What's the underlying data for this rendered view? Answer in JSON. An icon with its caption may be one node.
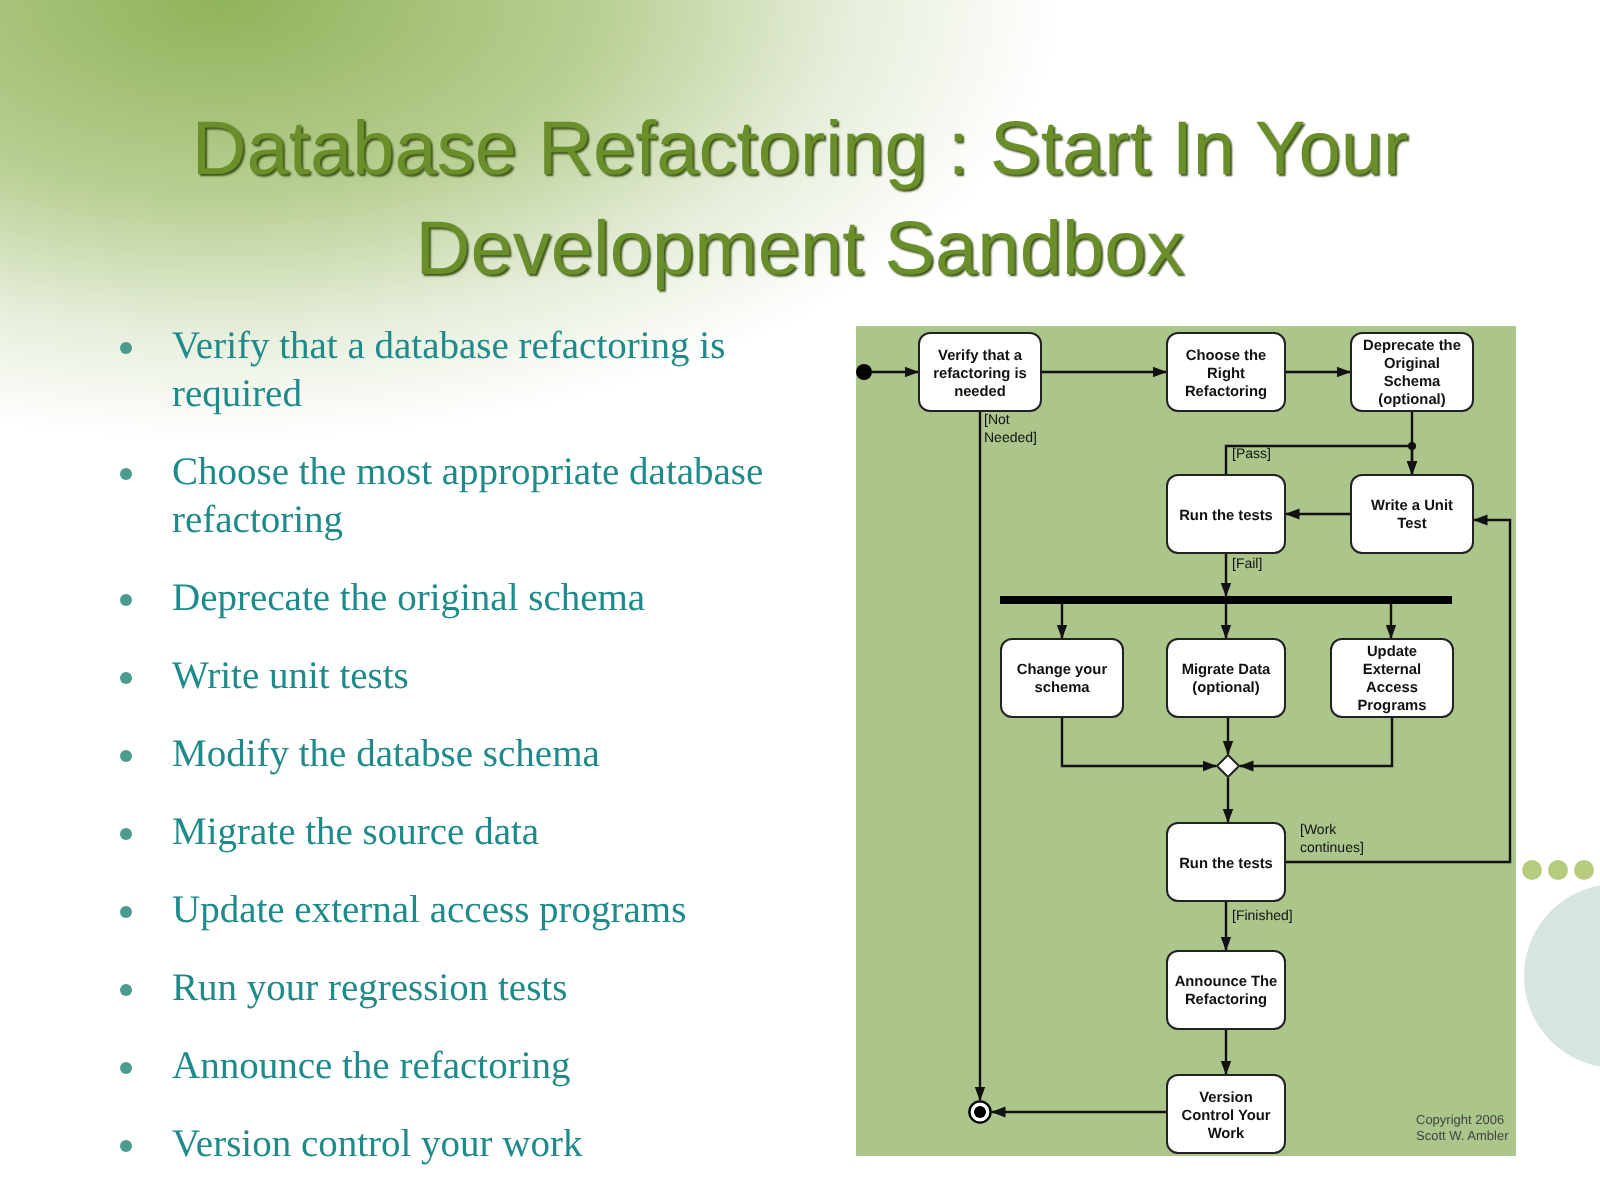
{
  "diagram": {
    "title": "Database Refactoring : Start  In Your Development Sandbox",
    "nodes": [
      {
        "text": [],
        "shape": "circle"
      },
      {
        "text": [
          "Verify that a refactoring is needed"
        ]
      },
      {
        "text": [
          "Choose the Right Refactoring"
        ]
      },
      {
        "text": [
          "Deprecate the Original Schema (optional)"
        ]
      },
      {
        "text": [
          "Run the tests"
        ]
      },
      {
        "text": [
          "Write a Unit Test"
        ]
      },
      {
        "text": [],
        "shape": "bar"
      },
      {
        "text": [
          "Change your schema"
        ]
      },
      {
        "text": [
          "Migrate Data (optional)"
        ]
      },
      {
        "text": [
          "Update External Access Programs"
        ]
      },
      {
        "text": [],
        "shape": "diamond"
      },
      {
        "text": [
          "Run the tests"
        ]
      },
      {
        "text": [
          "Announce The Refactoring"
        ]
      },
      {
        "text": [
          "Version Control Your Work"
        ]
      },
      {
        "text": [],
        "shape": "circle"
      }
    ],
    "edges": [
      {
        "from": 0,
        "to": 1,
        "arrow": "to"
      },
      {
        "from": 1,
        "to": 2,
        "arrow": "to"
      },
      {
        "from": 2,
        "to": 3,
        "arrow": "to"
      },
      {
        "from": 3,
        "to": 5,
        "arrow": "to"
      },
      {
        "from": 4,
        "to": 5,
        "arrow": "to",
        "label": "[Pass]"
      },
      {
        "from": 5,
        "to": 4,
        "arrow": "to"
      },
      {
        "from": 4,
        "to": 6,
        "arrow": "to",
        "label": "[Fail]"
      },
      {
        "from": 6,
        "to": 7,
        "arrow": "to"
      },
      {
        "from": 6,
        "to": 8,
        "arrow": "to"
      },
      {
        "from": 6,
        "to": 9,
        "arrow": "to"
      },
      {
        "from": 7,
        "to": 10,
        "arrow": "to"
      },
      {
        "from": 8,
        "to": 10,
        "arrow": "to"
      },
      {
        "from": 9,
        "to": 10,
        "arrow": "to"
      },
      {
        "from": 10,
        "to": 11,
        "arrow": "to"
      },
      {
        "from": 11,
        "to": 5,
        "arrow": "to",
        "label": "[Work continues]"
      },
      {
        "from": 11,
        "to": 12,
        "arrow": "to",
        "label": "[Finished]"
      },
      {
        "from": 12,
        "to": 13,
        "arrow": "to"
      },
      {
        "from": 13,
        "to": 14,
        "arrow": "to"
      },
      {
        "from": 1,
        "to": 14,
        "arrow": "to",
        "label": "[Not Needed]"
      }
    ],
    "labels": [
      "Verify that a database refactoring is required",
      "Choose the most appropriate database refactoring",
      "Deprecate the original schema",
      "Write unit tests",
      "Modify the databse schema",
      "Migrate the source data",
      "Update external access programs",
      "Run your regression tests",
      "Announce the refactoring",
      "Version control your work",
      "Copyright 2006 Scott W. Ambler"
    ]
  }
}
